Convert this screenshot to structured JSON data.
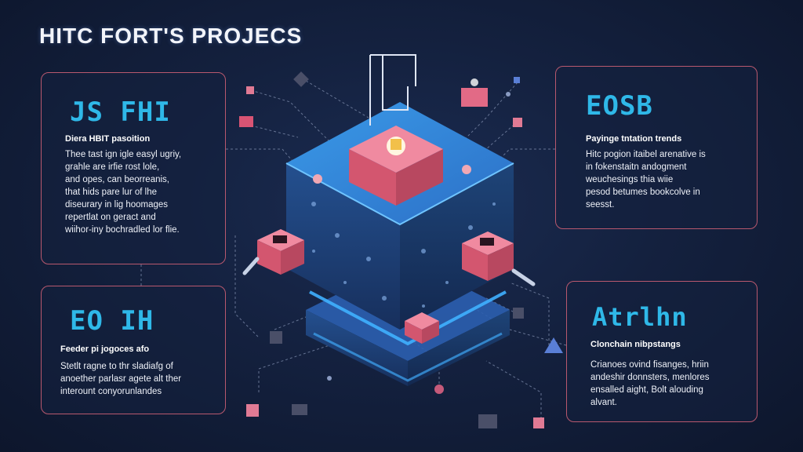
{
  "title": "HITC FORT'S PROJECS",
  "panels": {
    "top_left": {
      "heading": "JS FHI",
      "subheading": "Diera HBIT pasoition",
      "lines": [
        "Thee tast ign igle easyl ugriy,",
        "grahle are irfie rost lole,",
        "and opes, can beorreanis,",
        "that hids pare lur of lhe",
        "diseurary in lig hoomages",
        "repertlat on geract and",
        "wiihor-iny bochradled lor flie."
      ]
    },
    "bottom_left": {
      "heading": "EO IH",
      "subheading": "Feeder pi jogoces afo",
      "lines": [
        "Stetlt ragne to thr sladiafg of",
        "anoether parlasr agete alt ther",
        "interount conyorunlandes"
      ]
    },
    "top_right": {
      "heading": "EOSB",
      "subheading": "Payinge tntation trends",
      "lines": [
        "Hitc pogion itaibel arenative is",
        "in fokenstaitn andogment",
        "weuchesings thia wiie",
        "pesod betumes bookcolve in",
        "seesst."
      ]
    },
    "bottom_right": {
      "heading": "Atrlhn",
      "subheading": "Clonchain nibpstangs",
      "lines": [
        "Crianoes ovind fisanges, hriin",
        "andeshir donnsters, menlores",
        "ensalled aight, Bolt alouding",
        "alvant."
      ]
    }
  },
  "colors": {
    "accent_pink": "#e05d78",
    "accent_blue": "#2fb8e8",
    "panel_border": "#b8586e",
    "cube_top": "#3f8fe0",
    "cube_side_left": "#1d3f78",
    "cube_side_right": "#18335f"
  }
}
